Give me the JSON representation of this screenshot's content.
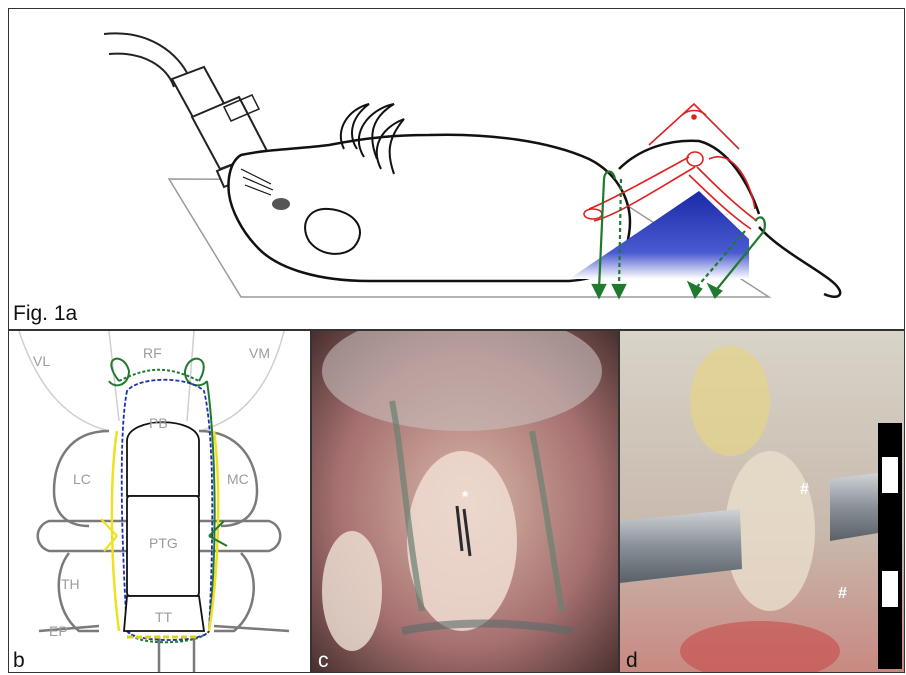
{
  "panel_a": {
    "label": "Fig. 1a"
  },
  "panel_b": {
    "letter": "b",
    "labels": {
      "vl": "VL",
      "rf": "RF",
      "vm": "VM",
      "pb": "PB",
      "lc": "LC",
      "mc": "MC",
      "ptg": "PTG",
      "th": "TH",
      "tt": "TT",
      "ep": "EP"
    }
  },
  "panel_c": {
    "letter": "c",
    "mark": "*"
  },
  "panel_d": {
    "letter": "d",
    "mark1": "#",
    "mark2": "#"
  },
  "colors": {
    "green": "#1f7a2e",
    "red": "#e02020",
    "blue": "#1f2fb0",
    "yellow": "#f0e020",
    "gray": "#8a8a8a"
  }
}
